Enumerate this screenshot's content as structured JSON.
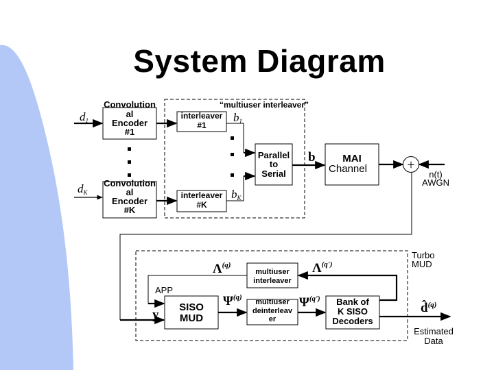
{
  "slide": {
    "title": "System Diagram",
    "accent_color": "#b4c8f8"
  },
  "transmitter": {
    "inputs": [
      {
        "symbol": "d",
        "subscript": "1"
      },
      {
        "symbol": "d",
        "subscript": "K"
      }
    ],
    "encoders": [
      {
        "line1": "Convolution",
        "line2": "al",
        "line3": "Encoder",
        "line4": "#1"
      },
      {
        "line1": "Convolution",
        "line2": "al",
        "line3": "Encoder",
        "line4": "#K"
      }
    ],
    "multiuser_interleaver_label": "“multiuser interleaver”",
    "interleavers": [
      {
        "line1": "interleaver",
        "line2": "#1",
        "output_symbol": "b",
        "output_subscript": "1"
      },
      {
        "line1": "interleaver",
        "line2": "#K",
        "output_symbol": "b",
        "output_subscript": "K"
      }
    ],
    "parallel_to_serial": {
      "line1": "Parallel",
      "line2": "to",
      "line3": "Serial"
    },
    "serial_output_symbol": "b"
  },
  "channel": {
    "line1": "MAI",
    "line2": "Channel",
    "summer_symbol": "+",
    "noise_line1": "n(t)",
    "noise_line2": "AWGN"
  },
  "receiver": {
    "group_label_line1": "Turbo",
    "group_label_line2": "MUD",
    "app_label": "APP",
    "received_symbol": "y",
    "siso_mud": {
      "line1": "SISO",
      "line2": "MUD"
    },
    "mu_interleaver": {
      "line1": "multiuser",
      "line2": "interleaver"
    },
    "mu_deinterleaver": {
      "line1": "multiuser",
      "line2": "deinterleav",
      "line3": "er"
    },
    "bank_decoders": {
      "line1": "Bank of",
      "line2": "K SISO",
      "line3": "Decoders"
    },
    "lambda_in": {
      "symbol": "Λ",
      "sup": "(q)"
    },
    "lambda_out": {
      "symbol": "Λ",
      "sup": "(q')"
    },
    "psi_out": {
      "symbol": "Ψ",
      "sup": "(q)"
    },
    "psi_in": {
      "symbol": "Ψ",
      "sup": "(q')"
    },
    "estimate": {
      "symbol": "d̂",
      "sup": "(q)"
    },
    "estimate_line1": "Estimated",
    "estimate_line2": "Data"
  }
}
